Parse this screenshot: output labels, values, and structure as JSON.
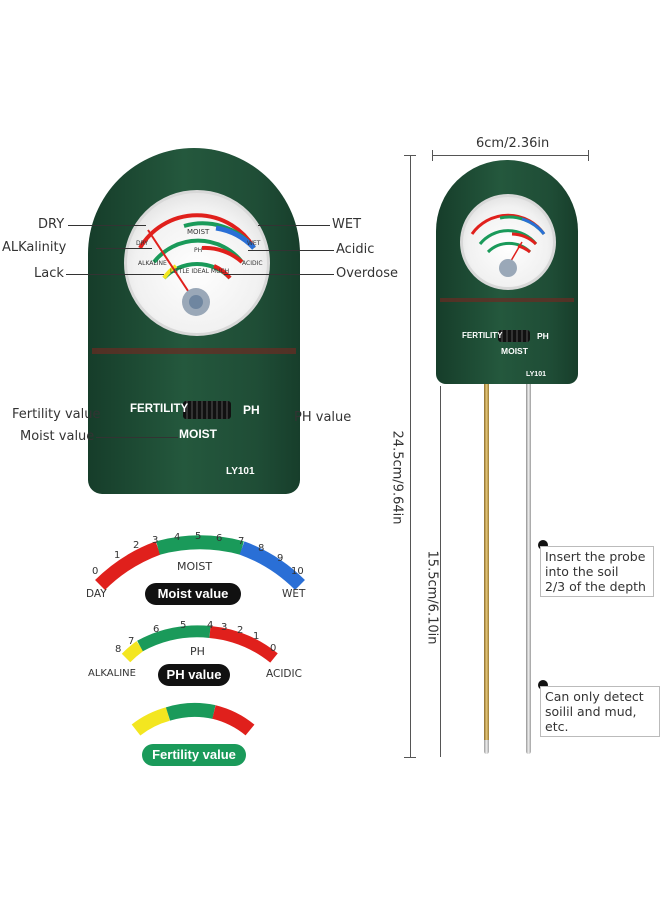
{
  "colors": {
    "body_green": "#1f4d36",
    "red": "#e0201c",
    "green": "#1a9a5a",
    "blue": "#2a6fd6",
    "yellow": "#f3e620"
  },
  "annotations": {
    "left": [
      "DRY",
      "ALKalinity",
      "Lack"
    ],
    "right": [
      "WET",
      "Acidic",
      "Overdose"
    ],
    "fertility_value": "Fertility value",
    "moist_value": "Moist  value",
    "ph_value": "PH value"
  },
  "big_meter": {
    "switch_left": "FERTILITY",
    "switch_right": "PH",
    "switch_bottom": "MOIST",
    "model": "LY101",
    "dial": {
      "moist_label": "MOIST",
      "ph_label": "PH",
      "left_small_1": "DRY",
      "right_small_1": "WET",
      "left_small_2": "ALKALINE",
      "right_small_2": "ACIDIC",
      "fert_text": "LITTLE IDEAL MUCH"
    }
  },
  "small_meter": {
    "switch_left": "FERTILITY",
    "switch_right": "PH",
    "switch_bottom": "MOIST",
    "model": "LY101"
  },
  "scales": {
    "moist": {
      "numbers": [
        "0",
        "1",
        "2",
        "3",
        "4",
        "5",
        "6",
        "7",
        "8",
        "9",
        "10"
      ],
      "title": "MOIST",
      "left": "DAY",
      "right": "WET",
      "pill": "Moist value"
    },
    "ph": {
      "numbers": [
        "8",
        "7",
        "6",
        "5",
        "4",
        "3",
        "2",
        "1",
        "0"
      ],
      "title": "PH",
      "left": "ALKALINE",
      "right": "ACIDIC",
      "pill": "PH value"
    },
    "fertility": {
      "pill": "Fertility value"
    }
  },
  "dimensions": {
    "width": "6cm/2.36in",
    "total_length": "24.5cm/9.64in",
    "probe_length": "15.5cm/6.10in"
  },
  "callouts": {
    "insert": [
      "Insert the probe",
      "into the soil",
      "2/3 of the depth"
    ],
    "detect": [
      "Can only detect",
      "soilil and mud, etc."
    ]
  }
}
